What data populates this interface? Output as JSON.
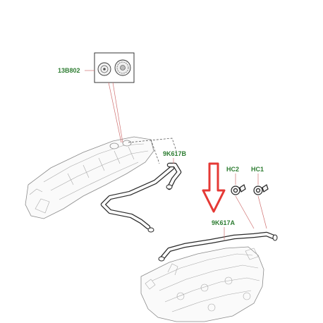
{
  "colors": {
    "label": "#2e7d32",
    "leader": "#d07070",
    "arrow_fill": "#ffffff",
    "arrow_stroke": "#e53935"
  },
  "callouts": {
    "cap": "13B802",
    "upper_hose": "9K617B",
    "lower_hose": "9K617A",
    "clip_2": "HC2",
    "clip_1": "HC1"
  },
  "icons": [
    "oil-filler-cap-inset",
    "engine-cam-cover",
    "breather-hose",
    "hose-clip",
    "down-arrow"
  ]
}
